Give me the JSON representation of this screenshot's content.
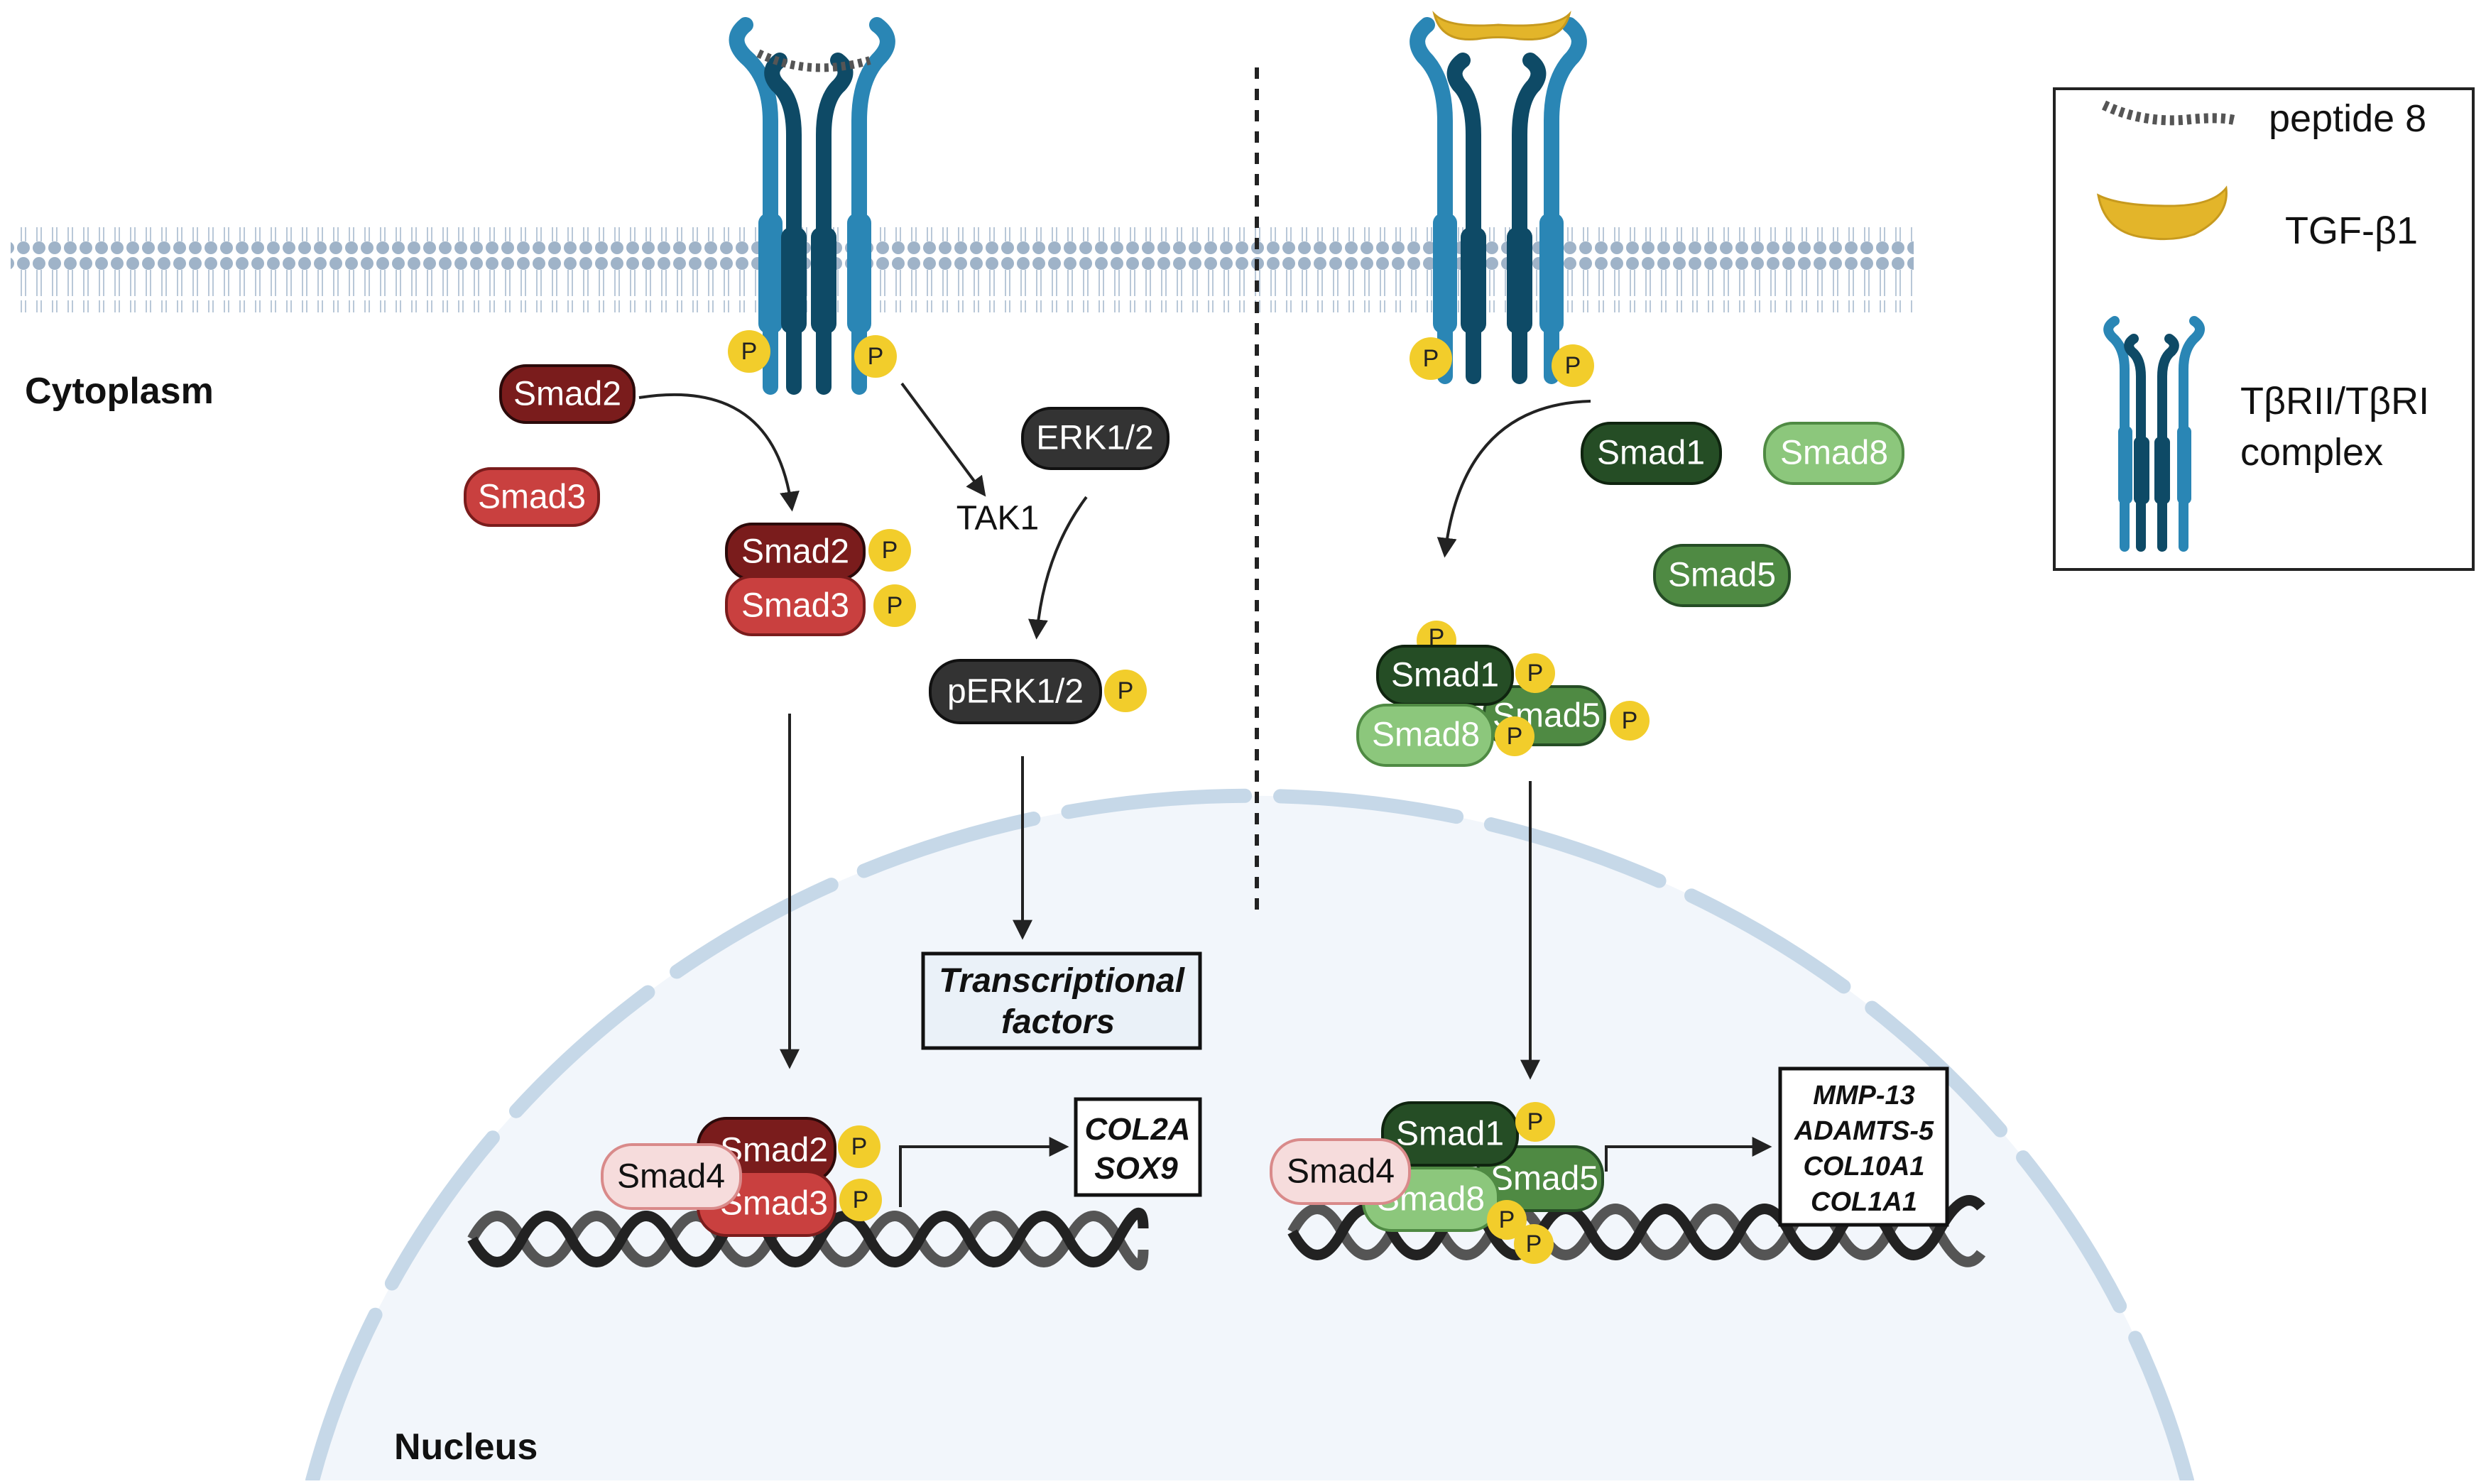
{
  "regions": {
    "cytoplasm": "Cytoplasm",
    "nucleus": "Nucleus"
  },
  "legend": {
    "peptide": "peptide 8",
    "tgf": "TGF-β1",
    "receptor_line1": "TβRII/TβRI",
    "receptor_line2": "complex"
  },
  "left": {
    "smad2": "Smad2",
    "smad3": "Smad3",
    "smad2_p": "Smad2",
    "smad3_p": "Smad3",
    "erk": "ERK1/2",
    "tak1": "TAK1",
    "perk": "pERK1/2",
    "tf_line1": "Transcriptional",
    "tf_line2": "factors",
    "nuc_smad4": "Smad4",
    "nuc_smad2": "Smad2",
    "nuc_smad3": "Smad3",
    "gene1": "COL2A",
    "gene2": "SOX9"
  },
  "right": {
    "smad1": "Smad1",
    "smad8": "Smad8",
    "smad5": "Smad5",
    "cx_smad1": "Smad1",
    "cx_smad5": "Smad5",
    "cx_smad8": "Smad8",
    "nuc_smad4": "Smad4",
    "nuc_smad1": "Smad1",
    "nuc_smad5": "Smad5",
    "nuc_smad8": "Smad8",
    "gene1": "MMP-13",
    "gene2": "ADAMTS-5",
    "gene3": "COL10A1",
    "gene4": "COL1A1"
  },
  "phospho_label": "P",
  "colors": {
    "smad2": "#7a1c1c",
    "smad3": "#c9403f",
    "smad4": "#f6dcdc",
    "smad1": "#254d25",
    "smad5": "#4f8a43",
    "smad8": "#8cc77c",
    "erk": "#333333",
    "phospho": "#f2cd2b",
    "receptor_dark": "#0e4a66",
    "receptor_light": "#2a86b5",
    "tgf": "#e3b52a",
    "membrane": "#9fb3c8",
    "nucleus_fill": "#f2f6fb",
    "envelope": "#c6d8e8"
  }
}
